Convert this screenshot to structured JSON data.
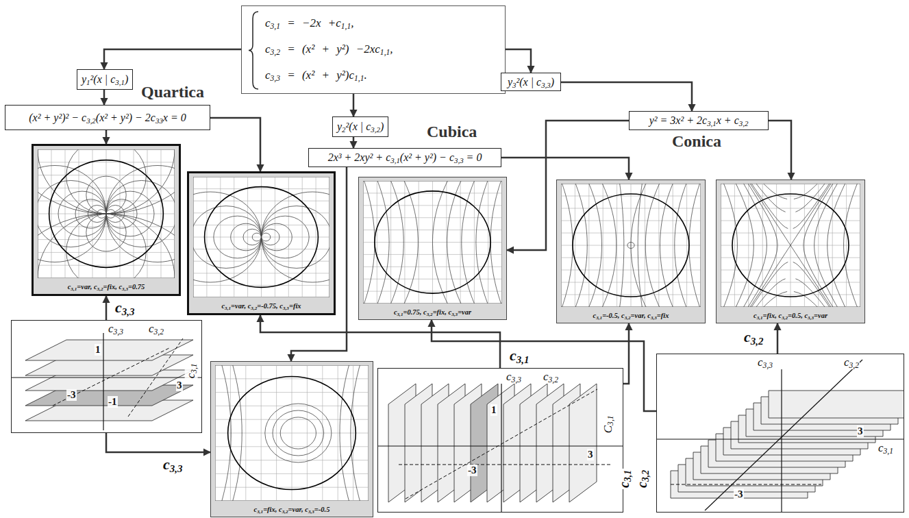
{
  "diagram": {
    "nodes": [
      {
        "text": [
          "c3,1 = −2x +c1,1,",
          "c3,2 = (x² + y²) −2xc1,1,",
          "c3,3 = (x² + y²)c1,1."
        ]
      },
      {
        "text": [
          "y1²(x | c3,1)"
        ]
      },
      {
        "text": [
          "y2²(x | c3,2)"
        ]
      },
      {
        "text": [
          "y3²(x | c3,3)"
        ]
      },
      {
        "text": [
          "Quartica",
          "(x² + y²)² − c3,2(x² + y²) − 2c33x = 0"
        ]
      },
      {
        "text": [
          "Cubica",
          "2x³ + 2xy² + c3,1(x² + y²) − c3,3 = 0"
        ]
      },
      {
        "text": [
          "y² = 3x² + 2c3,1x + c3,2",
          "Conica"
        ]
      },
      {
        "text": [
          "c3,1=var, c3,2=fix, c3,3=0.75"
        ]
      },
      {
        "text": [
          "c3,1=var, c3,2=-0.75, c3,3=fix"
        ]
      },
      {
        "text": [
          "c3,1=0.75, c3,2=fix, c3,3=var"
        ]
      },
      {
        "text": [
          "c3,1=-0.5, c3,2=var, c3,3=fix"
        ]
      },
      {
        "text": [
          "c3,1=fix, c3,2=0.5, c3,3=var"
        ]
      },
      {
        "text": [
          "c3,3",
          "c3,2",
          "c3,1",
          "1",
          "-3",
          "-1",
          "3"
        ]
      },
      {
        "text": [
          "c3,1=fix, c3,2=var, c3,3=-0.5"
        ]
      },
      {
        "text": [
          "c3,3",
          "c3,2",
          "1",
          "-3",
          "3",
          "C3,1"
        ]
      },
      {
        "text": [
          "c3,3",
          "c3,2",
          "c3,1",
          "3",
          "-3"
        ]
      }
    ],
    "edges": [
      {
        "from": 0,
        "to": 1,
        "arrow": "to"
      },
      {
        "from": 0,
        "to": 2,
        "arrow": "to"
      },
      {
        "from": 0,
        "to": 3,
        "arrow": "to"
      },
      {
        "from": 1,
        "to": 4,
        "arrow": "to"
      },
      {
        "from": 4,
        "to": 7,
        "arrow": "to"
      },
      {
        "from": 4,
        "to": 8,
        "arrow": "to"
      },
      {
        "from": 2,
        "to": 5,
        "arrow": "to"
      },
      {
        "from": 3,
        "to": 6,
        "arrow": "to"
      },
      {
        "from": 5,
        "to": 13,
        "arrow": "to"
      },
      {
        "from": 5,
        "to": 10,
        "arrow": "to"
      },
      {
        "from": 6,
        "to": 9,
        "arrow": "to"
      },
      {
        "from": 6,
        "to": 11,
        "arrow": "to"
      },
      {
        "from": 12,
        "to": 7,
        "arrow": "to",
        "label": "c3,3"
      },
      {
        "from": 12,
        "to": 13,
        "arrow": "to",
        "label": "c3,3"
      },
      {
        "from": 14,
        "to": 8,
        "arrow": "to",
        "label": "c3,1"
      },
      {
        "from": 14,
        "to": 10,
        "arrow": "to"
      },
      {
        "from": 15,
        "to": 9,
        "arrow": "to"
      },
      {
        "from": 15,
        "to": 11,
        "arrow": "to",
        "label": "c3,2"
      }
    ],
    "labels": [
      "c3,1",
      "c3,2"
    ]
  }
}
